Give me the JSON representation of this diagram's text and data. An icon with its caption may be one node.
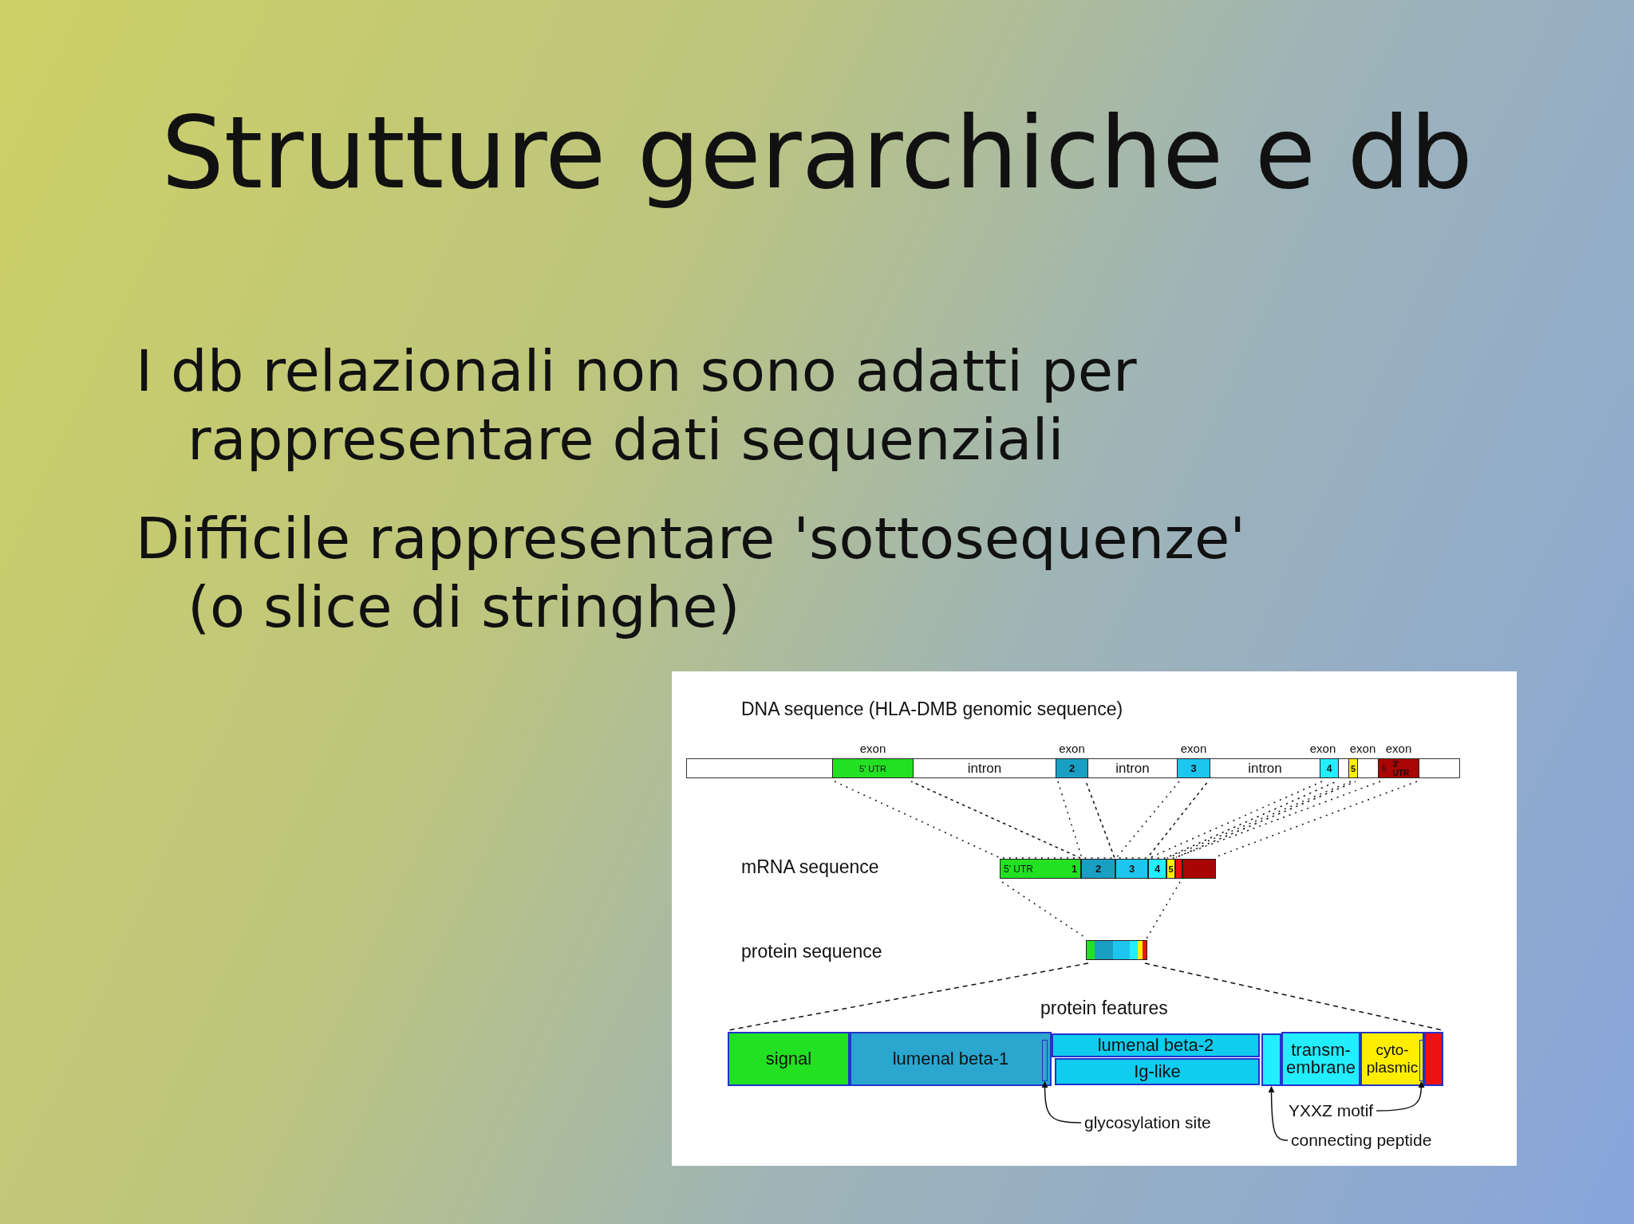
{
  "diagram": {
    "title": "Strutture gerarchiche e db",
    "nodes": [
      {
        "text": [
          "5' UTR"
        ],
        "beside": [
          "exon"
        ]
      },
      {
        "text": [
          "intron"
        ]
      },
      {
        "text": [
          "2"
        ],
        "beside": [
          "exon"
        ]
      },
      {
        "text": [
          "intron"
        ]
      },
      {
        "text": [
          "3"
        ],
        "beside": [
          "exon"
        ]
      },
      {
        "text": [
          "intron"
        ]
      },
      {
        "text": [
          "4"
        ],
        "beside": [
          "exon"
        ]
      },
      {
        "text": [
          "5"
        ],
        "beside": [
          "exon"
        ]
      },
      {
        "text": [
          "6",
          "3' UTR"
        ],
        "beside": [
          "exon"
        ]
      },
      {
        "text": [
          "5' UTR",
          "1"
        ]
      },
      {
        "text": [
          "2"
        ]
      },
      {
        "text": [
          "3"
        ]
      },
      {
        "text": [
          "4"
        ]
      },
      {
        "text": [
          "5"
        ]
      },
      {
        "text": [],
        "shape": "box"
      },
      {
        "text": [],
        "shape": "box"
      },
      {
        "text": [],
        "shape": "bar"
      },
      {
        "text": [
          "signal"
        ]
      },
      {
        "text": [
          "lumenal beta-1"
        ]
      },
      {
        "text": [],
        "shape": "box",
        "in": 18
      },
      {
        "text": [
          "lumenal beta-2"
        ]
      },
      {
        "text": [
          "Ig-like"
        ]
      },
      {
        "text": [],
        "shape": "box"
      },
      {
        "text": [
          "transm- embrane"
        ]
      },
      {
        "text": [
          "cyto- plasmic"
        ]
      },
      {
        "text": [],
        "shape": "box",
        "in": 24
      },
      {
        "text": [],
        "shape": "box"
      },
      {
        "text": [
          "glycosylation site"
        ]
      },
      {
        "text": [
          "YXXZ motif"
        ]
      },
      {
        "text": [
          "connecting peptide"
        ]
      }
    ],
    "edges": [
      {
        "from": 27,
        "to": 19,
        "arrow": "to"
      },
      {
        "from": 28,
        "to": 25,
        "arrow": "to"
      },
      {
        "from": 29,
        "to": 22,
        "arrow": "to"
      },
      {
        "from": 0,
        "to": 9,
        "arrow": "none",
        "style": "dashed"
      },
      {
        "from": 2,
        "to": 10,
        "arrow": "none",
        "style": "dashed"
      },
      {
        "from": 4,
        "to": 11,
        "arrow": "none",
        "style": "dashed"
      },
      {
        "from": 6,
        "to": 12,
        "arrow": "none",
        "style": "dashed"
      },
      {
        "from": 7,
        "to": 13,
        "arrow": "none",
        "style": "dashed"
      },
      {
        "from": 8,
        "to": 14,
        "arrow": "none",
        "style": "dashed"
      },
      {
        "from": 8,
        "to": 15,
        "arrow": "none",
        "style": "dashed"
      },
      {
        "from": 9,
        "to": 16,
        "arrow": "none",
        "style": "dashed"
      },
      {
        "from": 14,
        "to": 16,
        "arrow": "none",
        "style": "dashed"
      },
      {
        "from": 16,
        "to": 17,
        "arrow": "none",
        "style": "dashed"
      },
      {
        "from": 16,
        "to": 26,
        "arrow": "none",
        "style": "dashed"
      }
    ],
    "labels": [
      "I db relazionali non sono adatti per rappresentare dati sequenziali",
      "Difficile rappresentare 'sottosequenze' (o slice di stringhe)",
      "DNA sequence (HLA-DMB genomic sequence)",
      "mRNA sequence",
      "protein sequence",
      "protein features"
    ]
  }
}
